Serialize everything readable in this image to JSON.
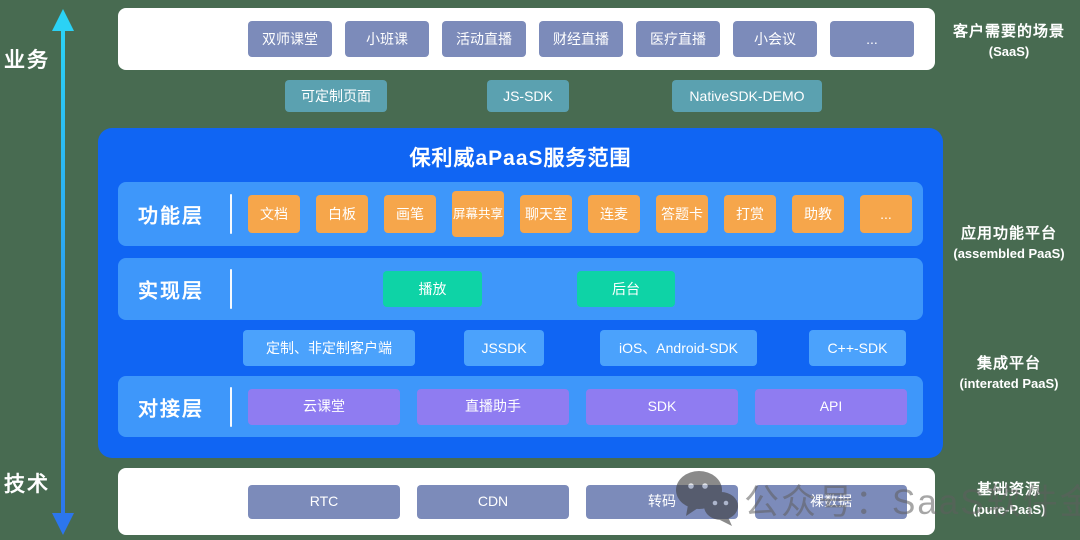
{
  "axis": {
    "top_label": "业务",
    "bottom_label": "技术"
  },
  "top_bar": {
    "items": [
      "双师课堂",
      "小班课",
      "活动直播",
      "财经直播",
      "医疗直播",
      "小会议",
      "..."
    ]
  },
  "sdk_row": {
    "items": [
      "可定制页面",
      "JS-SDK",
      "NativeSDK-DEMO"
    ]
  },
  "panel": {
    "title": "保利威aPaaS服务范围",
    "function_layer": {
      "label": "功能层",
      "items": [
        "文档",
        "白板",
        "画笔",
        "屏幕共享",
        "聊天室",
        "连麦",
        "答题卡",
        "打赏",
        "助教",
        "..."
      ]
    },
    "impl_layer": {
      "label": "实现层",
      "items": [
        "播放",
        "后台"
      ]
    },
    "integration_row": {
      "items": [
        "定制、非定制客户端",
        "JSSDK",
        "iOS、Android-SDK",
        "C++-SDK"
      ]
    },
    "connect_layer": {
      "label": "对接层",
      "items": [
        "云课堂",
        "直播助手",
        "SDK",
        "API"
      ]
    }
  },
  "bottom_bar": {
    "items": [
      "RTC",
      "CDN",
      "转码",
      "裸数据"
    ]
  },
  "right_labels": [
    {
      "cn": "客户需要的场景",
      "en": "(SaaS)"
    },
    {
      "cn": "应用功能平台",
      "en": "(assembled PaaS)"
    },
    {
      "cn": "集成平台",
      "en": "(interated PaaS)"
    },
    {
      "cn": "基础资源",
      "en": "(pure-PaaS)"
    }
  ],
  "watermark": {
    "icon": "wechat-icon",
    "text": "公众号：SaaS软件金选"
  },
  "colors": {
    "background": "#486B51",
    "panel_blue": "#1065F3",
    "row_blue": "#3E97FA",
    "mid_blue_button": "#4BA2FC",
    "orange_button": "#F6A64B",
    "green_button": "#0ED3A6",
    "purple_button": "#8F7CF1",
    "grayblue_button": "#7C8BBA",
    "teal_button": "#5BA1B0",
    "arrow_cyan": "#2BD2F5",
    "arrow_blue": "#2C76ED"
  }
}
